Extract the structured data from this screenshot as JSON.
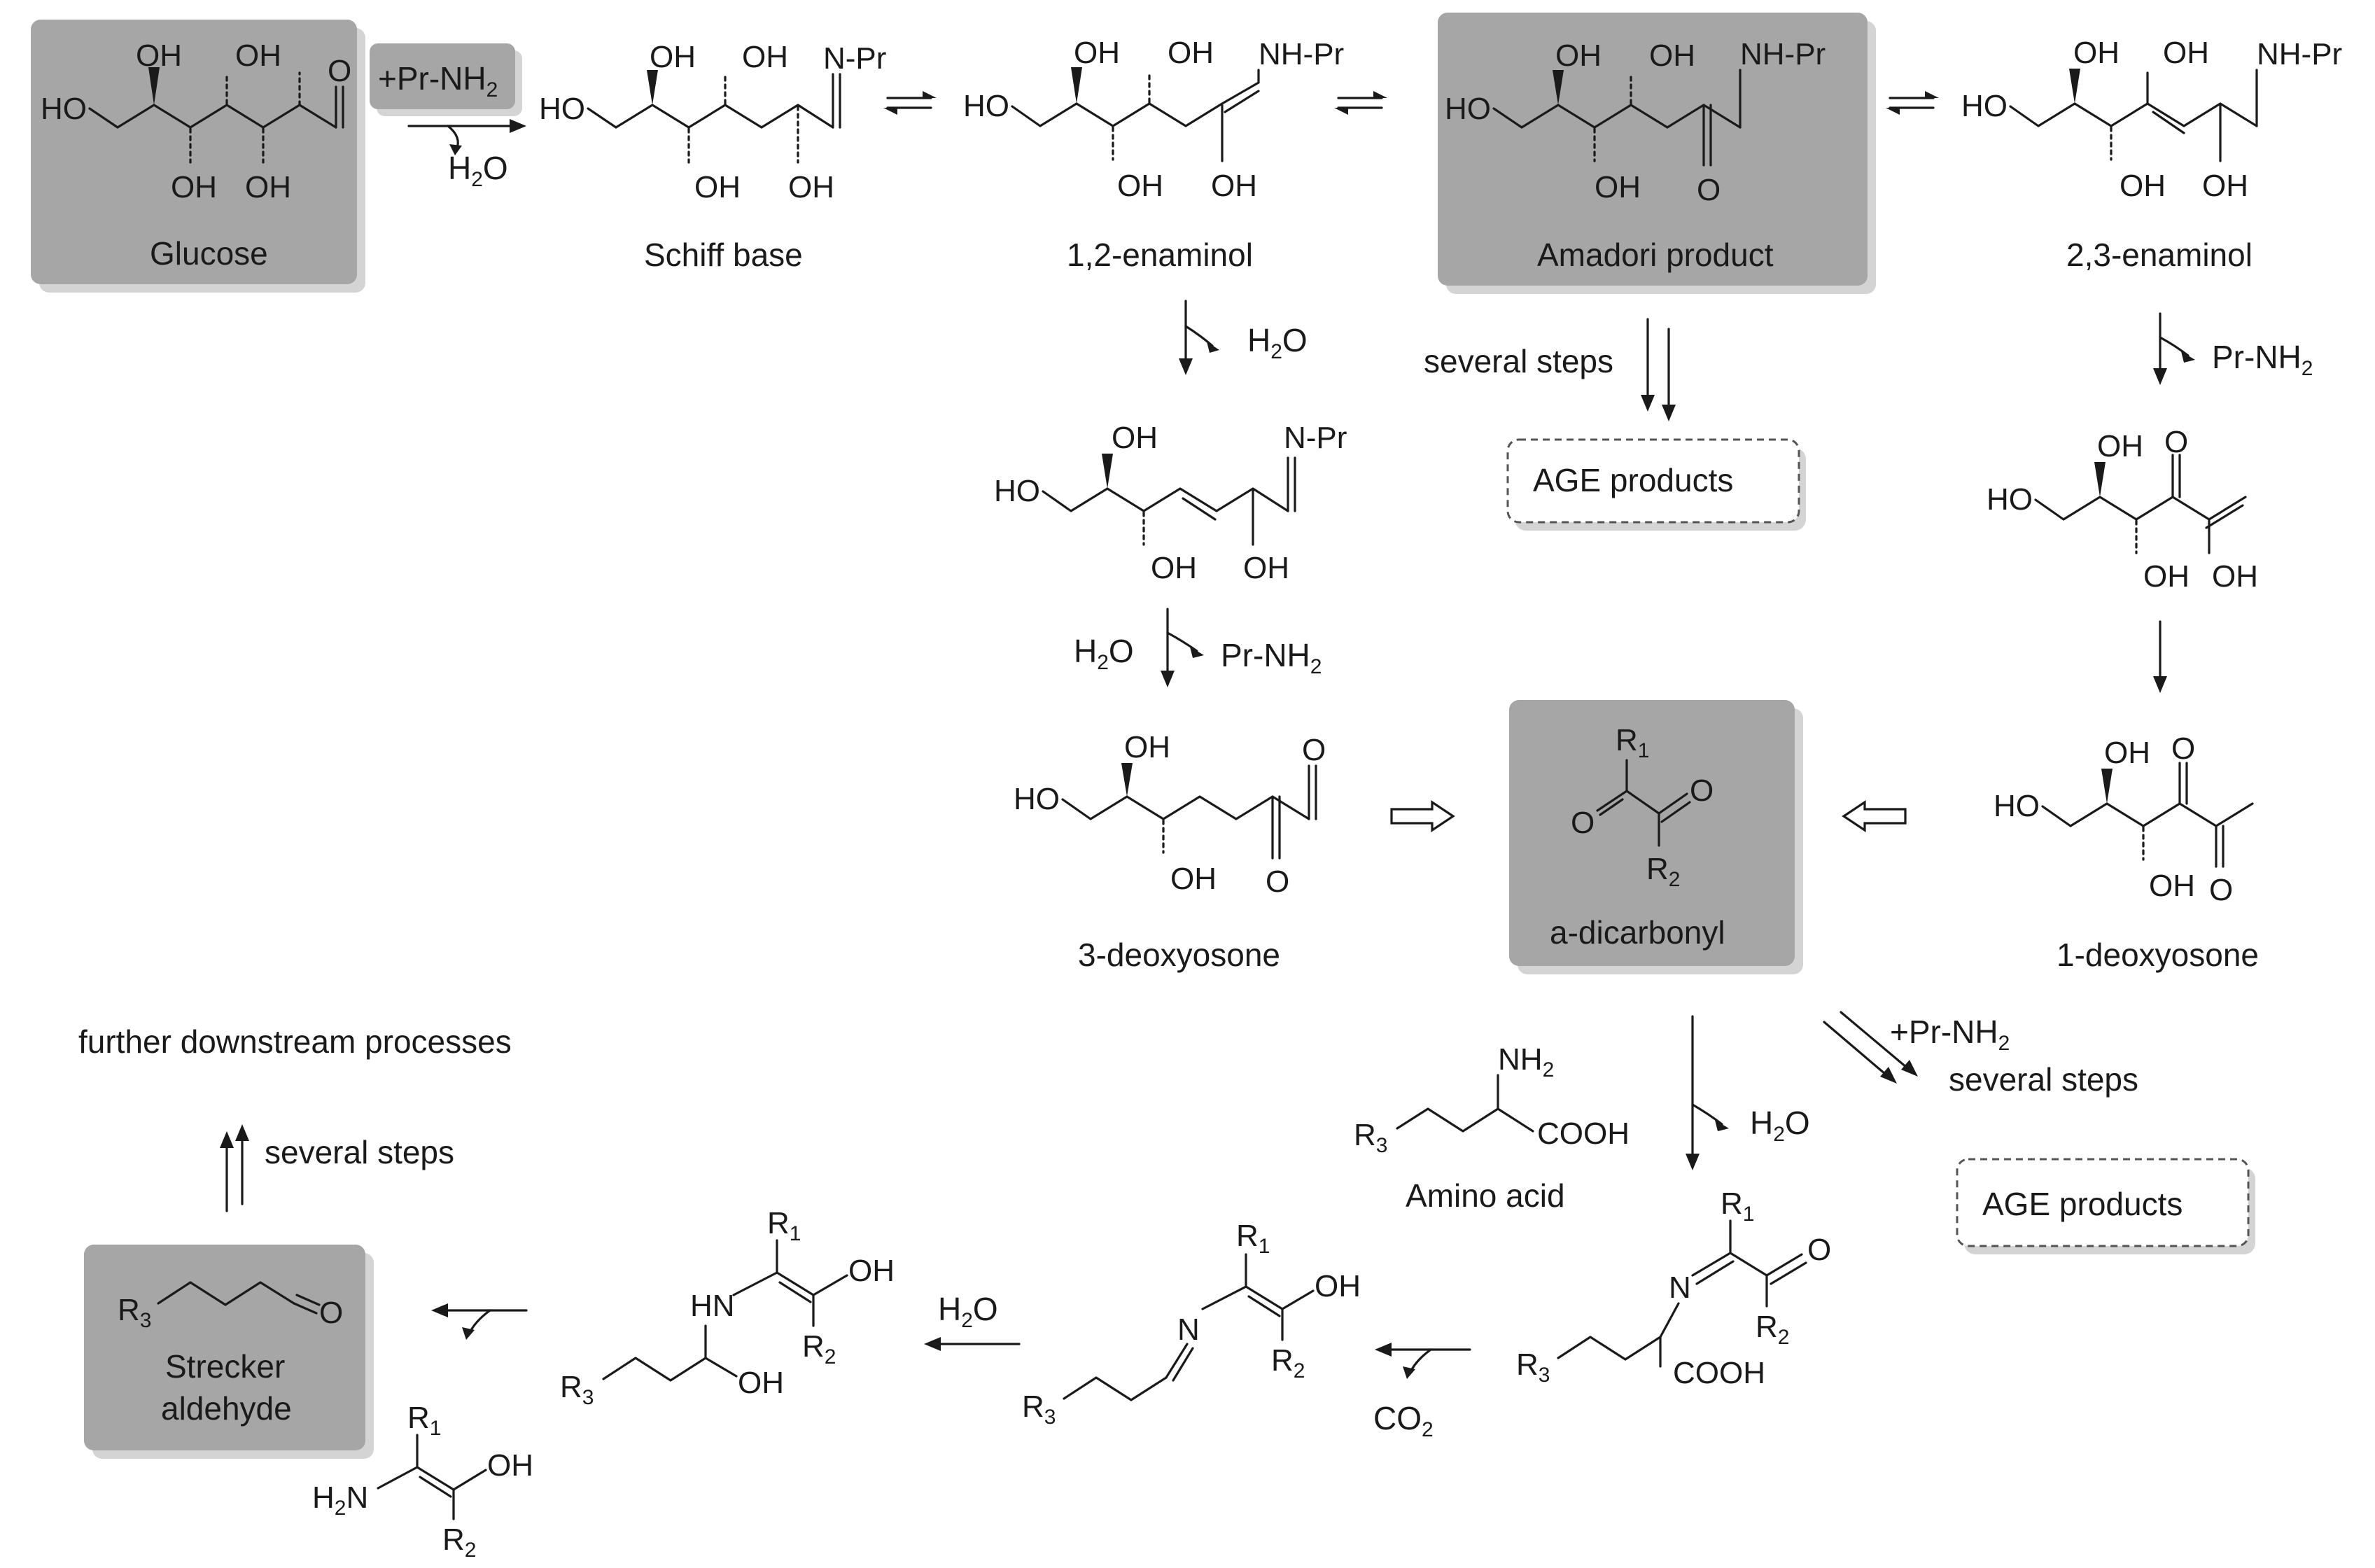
{
  "labels": {
    "glucose": "Glucose",
    "schiff_base": "Schiff base",
    "enaminol_12": "1,2-enaminol",
    "amadori": "Amadori product",
    "enaminol_23": "2,3-enaminol",
    "age_products_top": "AGE products",
    "age_products_bottom": "AGE products",
    "deoxyosone_3": "3-deoxyosone",
    "dicarbonyl": "a-dicarbonyl",
    "deoxyosone_1": "1-deoxyosone",
    "further_downstream": "further downstream processes",
    "amino_acid": "Amino acid",
    "strecker_line1": "Strecker",
    "strecker_line2": "aldehyde"
  },
  "reagents": {
    "add_prnh2": "+Pr-NH",
    "add_prnh2_top_sub": "2",
    "h2o": "H",
    "h2o_sub": "2",
    "h2o_o": "O",
    "prnh2": "Pr-NH",
    "prnh2_sub": "2",
    "several_steps": "several steps",
    "co2": "CO",
    "co2_sub": "2"
  },
  "atoms": {
    "oh": "OH",
    "ho": "HO",
    "o": "O",
    "n": "N",
    "hn": "HN",
    "n_pr": "N-Pr",
    "nh_pr": "NH-Pr",
    "nh": "NH",
    "two": "2",
    "cooh": "COOH",
    "r": "R",
    "r1_sub": "1",
    "r2_sub": "2",
    "r3_sub": "3",
    "h": "H",
    "h2n": "N"
  },
  "colors": {
    "highlight_box": "#a6a6a6",
    "box_shadow": "#d4d4d4",
    "ink": "#1a1a1a",
    "dashed_border": "#555555"
  }
}
